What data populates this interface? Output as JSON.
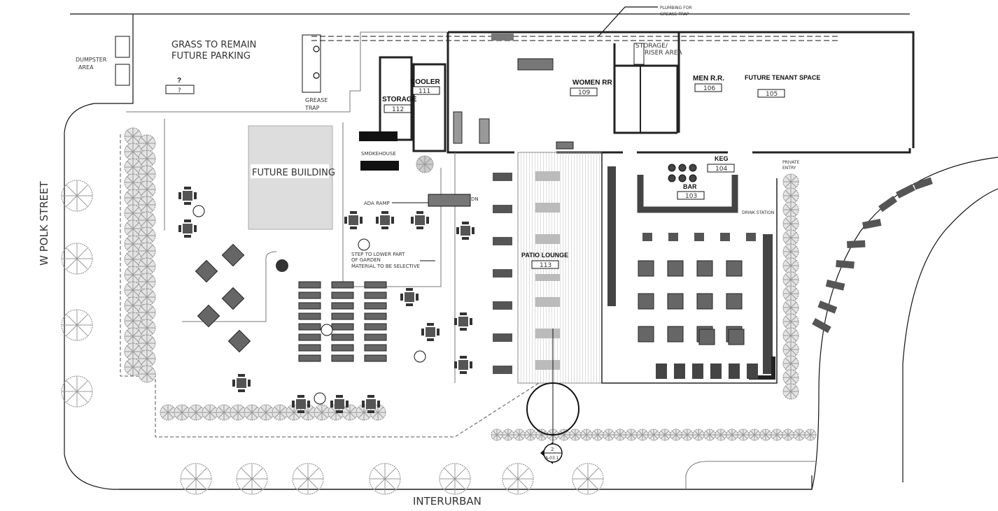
{
  "labels": {
    "dumpster": [
      "DUMPSTER",
      "AREA"
    ],
    "grass": "GRASS TO REMAIN",
    "future_parking": "FUTURE PARKING",
    "unknown_mark": "?",
    "unknown_tag": "?",
    "grease_trap": [
      "GREASE",
      "TRAP"
    ],
    "plumbing": [
      "PLUMBING FOR",
      "GREASE TRAP"
    ],
    "storage_riser": [
      "STORAGE/",
      "RISER AREA"
    ],
    "smokehouse": "SMOKEHOUSE",
    "future_building": "FUTURE BUILDING",
    "ada_ramp": "ADA RAMP",
    "dn": "DN",
    "step_note": [
      "STEP TO LOWER PART",
      "OF GARDEN",
      "MATERIAL TO BE SELECTIVE"
    ],
    "private_entry": [
      "PRIVATE",
      "ENTRY"
    ],
    "drink_station": "DRINK STATION",
    "street_west": "W POLK STREET",
    "street_south": "INTERURBAN",
    "section_marker": {
      "number": "2",
      "sheet": "A-03.1"
    }
  },
  "rooms": [
    {
      "name": "STORAGE",
      "number": "112"
    },
    {
      "name": "COOLER",
      "number": "111"
    },
    {
      "name": "WOMEN RR",
      "number": "109"
    },
    {
      "name": "MEN R.R.",
      "number": "106"
    },
    {
      "name": "FUTURE TENANT SPACE",
      "number": "105"
    },
    {
      "name": "KEG",
      "number": "104"
    },
    {
      "name": "BAR",
      "number": "103"
    },
    {
      "name": "PATIO LOUNGE",
      "number": "113"
    }
  ]
}
